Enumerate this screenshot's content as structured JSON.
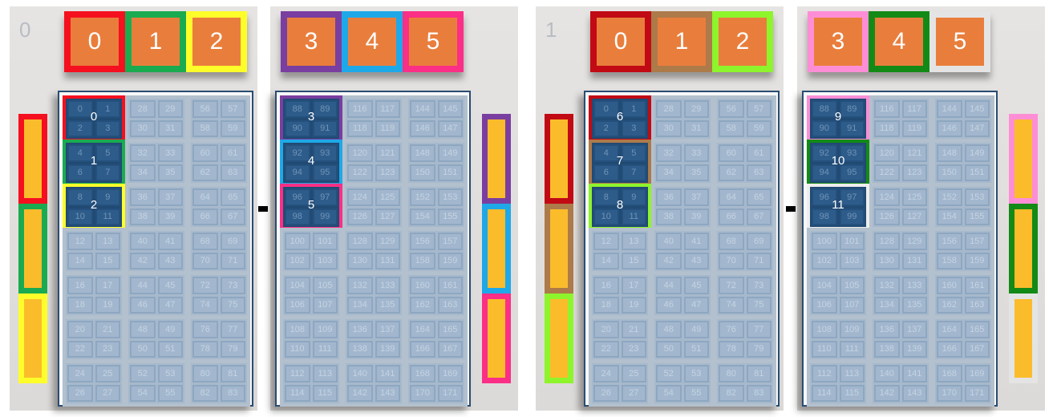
{
  "panels": [
    {
      "label": "0",
      "subs": [
        {
          "top_labels": [
            "0",
            "1",
            "2"
          ],
          "colors": [
            "#f5101f",
            "#1aab50",
            "#fdfd2a"
          ],
          "first_index": 0,
          "block_labels": [
            "0",
            "1",
            "2"
          ],
          "block_colors": [
            "#f5101f",
            "#1aab50",
            "#fdfd2a"
          ],
          "bar_colors": [
            "#f5101f",
            "#1aab50",
            "#fdfd2a"
          ]
        },
        {
          "top_labels": [
            "3",
            "4",
            "5"
          ],
          "colors": [
            "#7a3ea0",
            "#1ea8e8",
            "#fb2f86"
          ],
          "first_index": 88,
          "block_labels": [
            "3",
            "4",
            "5"
          ],
          "block_colors": [
            "#7a3ea0",
            "#1ea8e8",
            "#fb2f86"
          ],
          "bar_colors": [
            "#7a3ea0",
            "#1ea8e8",
            "#fb2f86"
          ]
        }
      ]
    },
    {
      "label": "1",
      "subs": [
        {
          "top_labels": [
            "0",
            "1",
            "2"
          ],
          "colors": [
            "#c10a14",
            "#ad7a4a",
            "#8ef42c"
          ],
          "first_index": 0,
          "block_labels": [
            "6",
            "7",
            "8"
          ],
          "block_colors": [
            "#c10a14",
            "#ad7a4a",
            "#8ef42c"
          ],
          "bar_colors": [
            "#c10a14",
            "#ad7a4a",
            "#8ef42c"
          ]
        },
        {
          "top_labels": [
            "3",
            "4",
            "5"
          ],
          "colors": [
            "#fd8ed6",
            "#138a16",
            "#e4e4e4"
          ],
          "first_index": 88,
          "block_labels": [
            "9",
            "10",
            "11"
          ],
          "block_colors": [
            "#fd8ed6",
            "#138a16",
            "#eeeeee"
          ],
          "bar_colors": [
            "#fd8ed6",
            "#138a16",
            "#e4e4e4"
          ]
        }
      ]
    }
  ],
  "separator": "-"
}
